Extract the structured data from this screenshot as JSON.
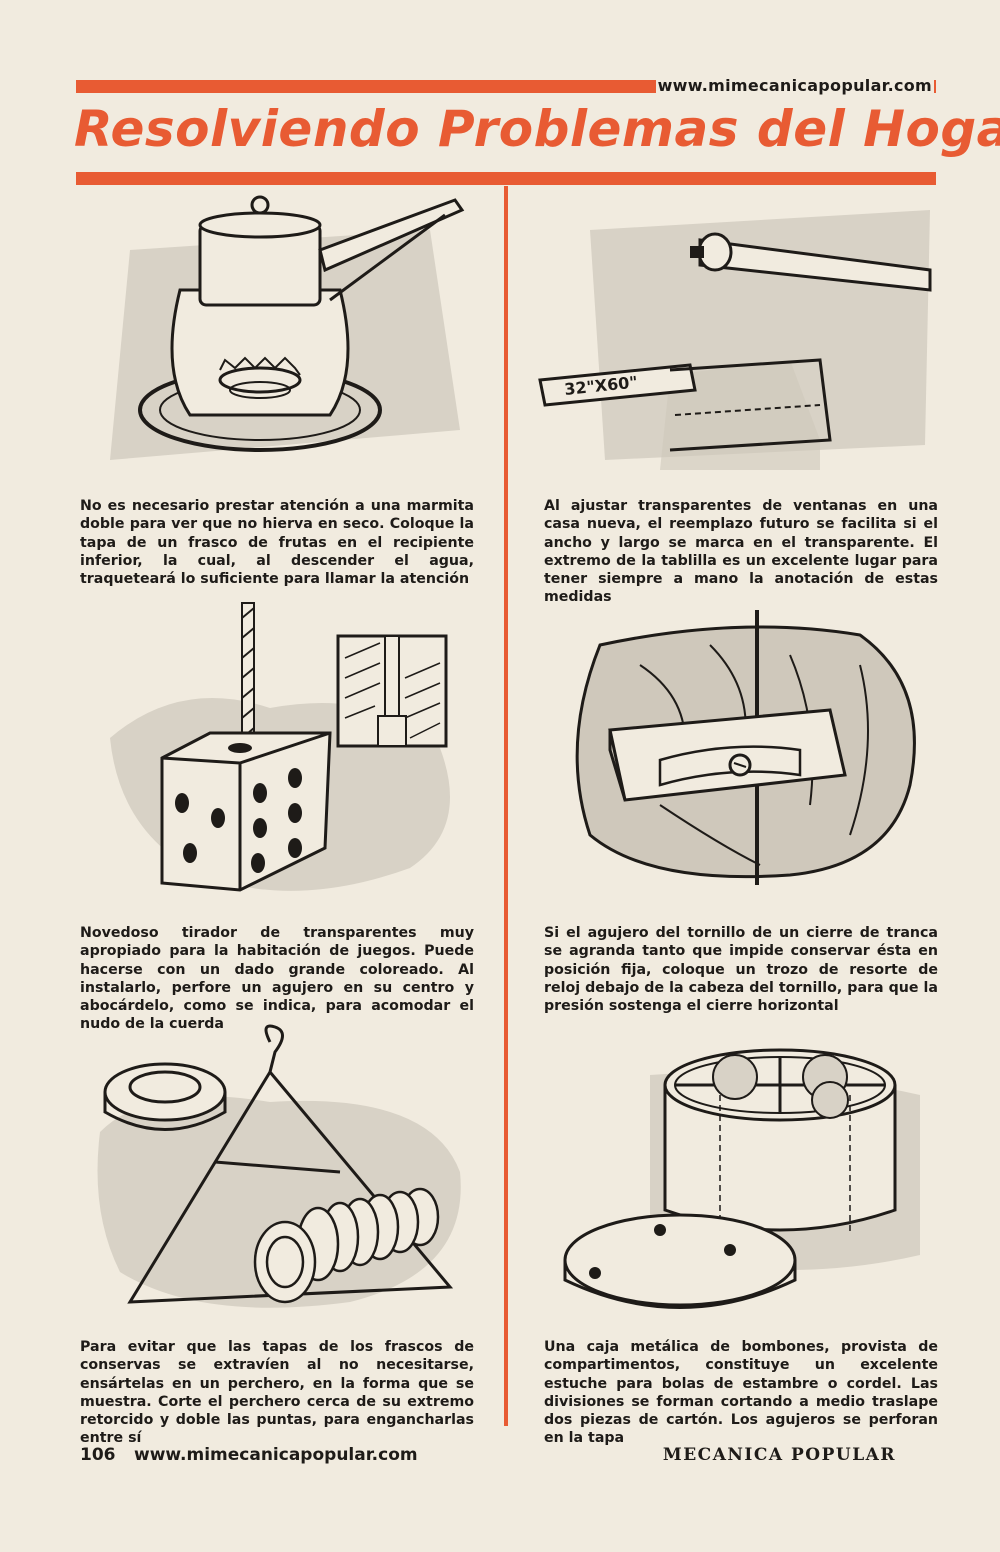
{
  "header": {
    "site_url": "www.mimecanicapopular.com",
    "title": "Resolviendo Problemas del Hogar"
  },
  "items": [
    {
      "caption": "No es necesario prestar atención a una marmita doble para ver que no hierva en seco. Coloque la tapa de un frasco de frutas en el recipiente inferior, la cual, al descender el agua, traqueteará lo suficiente para llamar la atención",
      "icon": "double-boiler-illustration"
    },
    {
      "caption": "Al ajustar transparentes de ventanas en una casa nueva, el reemplazo futuro se facilita si el ancho y largo se marca en el transparente. El extremo de la tablilla es un excelente lugar para tener siempre a mano la anotación de estas medidas",
      "icon": "window-shade-illustration",
      "label": "32\"X60\""
    },
    {
      "caption": "Novedoso tirador de transparentes muy apropiado para la habitación de juegos. Puede hacerse con un dado grande coloreado. Al instalarlo, perfore un agujero en su centro y abocárdelo, como se indica, para acomodar el nudo de la cuerda",
      "icon": "dice-pull-illustration"
    },
    {
      "caption": "Si el agujero del tornillo de un cierre de tranca se agranda tanto que impide conservar ésta en posición fija, coloque un trozo de resorte de reloj debajo de la cabeza del tornillo, para que la presión sostenga el cierre horizontal",
      "icon": "latch-illustration"
    },
    {
      "caption": "Para evitar que las tapas de los frascos de conservas se extravíen al no necesitarse, ensártelas en un perchero, en la forma que se muestra. Corte el perchero cerca de su extremo retorcido y doble las puntas, para engancharlas entre sí",
      "icon": "hanger-lids-illustration"
    },
    {
      "caption": "Una caja metálica de bombones, provista de compartimentos, constituye un excelente estuche para bolas de estambre o cordel. Las divisiones se forman cortando a medio traslape dos piezas de cartón. Los agujeros se perforan en la tapa",
      "icon": "twine-box-illustration"
    }
  ],
  "footer": {
    "page_number": "106",
    "site_url": "www.mimecanicapopular.com",
    "magazine": "MECANICA POPULAR"
  },
  "colors": {
    "accent": "#e85b33",
    "paper": "#f1ebdf",
    "ink": "#1e1b18"
  }
}
